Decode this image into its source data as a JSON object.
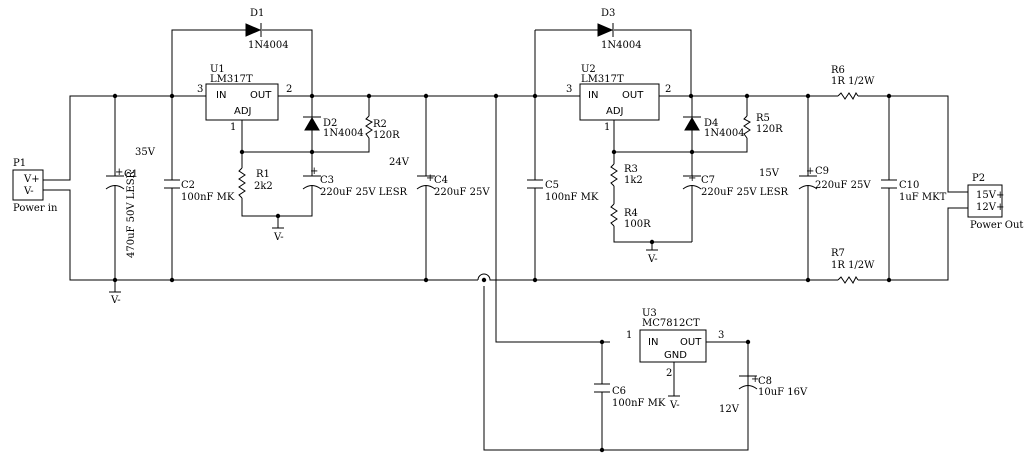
{
  "P1": {
    "ref": "P1",
    "pins": [
      "V+",
      "V-"
    ],
    "label": "Power in"
  },
  "P2": {
    "ref": "P2",
    "pins": [
      "15V+",
      "12V+"
    ],
    "label": "Power Out"
  },
  "U1": {
    "ref": "U1",
    "part": "LM317T",
    "in": "IN",
    "out": "OUT",
    "adj": "ADJ",
    "pin_in": "3",
    "pin_out": "2",
    "pin_adj": "1"
  },
  "U2": {
    "ref": "U2",
    "part": "LM317T",
    "in": "IN",
    "out": "OUT",
    "adj": "ADJ",
    "pin_in": "3",
    "pin_out": "2",
    "pin_adj": "1"
  },
  "U3": {
    "ref": "U3",
    "part": "MC7812CT",
    "in": "IN",
    "out": "OUT",
    "gnd": "GND",
    "pin_in": "1",
    "pin_out": "3",
    "pin_gnd": "2"
  },
  "D1": {
    "ref": "D1",
    "value": "1N4004"
  },
  "D2": {
    "ref": "D2",
    "value": "1N4004"
  },
  "D3": {
    "ref": "D3",
    "value": "1N4004"
  },
  "D4": {
    "ref": "D4",
    "value": "1N4004"
  },
  "C1": {
    "ref": "C1",
    "plus": "+",
    "value": "470uF 50V LESR"
  },
  "C2": {
    "ref": "C2",
    "value": "100nF MK"
  },
  "C3": {
    "ref": "C3",
    "plus": "+",
    "value": "220uF 25V LESR"
  },
  "C4": {
    "ref": "C4",
    "plus": "+",
    "value": "220uF 25V"
  },
  "C5": {
    "ref": "C5",
    "value": "100nF MK"
  },
  "C6": {
    "ref": "C6",
    "value": "100nF MK"
  },
  "C7": {
    "ref": "C7",
    "plus": "+",
    "value": "220uF 25V LESR"
  },
  "C8": {
    "ref": "C8",
    "plus": "+",
    "value": "10uF 16V"
  },
  "C9": {
    "ref": "C9",
    "plus": "+",
    "value": "220uF 25V"
  },
  "C10": {
    "ref": "C10",
    "value": "1uF MKT"
  },
  "R1": {
    "ref": "R1",
    "value": "2k2"
  },
  "R2": {
    "ref": "R2",
    "value": "120R"
  },
  "R3": {
    "ref": "R3",
    "value": "1k2"
  },
  "R4": {
    "ref": "R4",
    "value": "100R"
  },
  "R5": {
    "ref": "R5",
    "value": "120R"
  },
  "R6": {
    "ref": "R6",
    "value": "1R 1/2W"
  },
  "R7": {
    "ref": "R7",
    "value": "1R 1/2W"
  },
  "voltages": {
    "v35": "35V",
    "v24": "24V",
    "v15": "15V",
    "v12": "12V"
  },
  "grounds": {
    "g1": "V-",
    "g2": "V-",
    "g3": "V-",
    "g4": "V-"
  }
}
